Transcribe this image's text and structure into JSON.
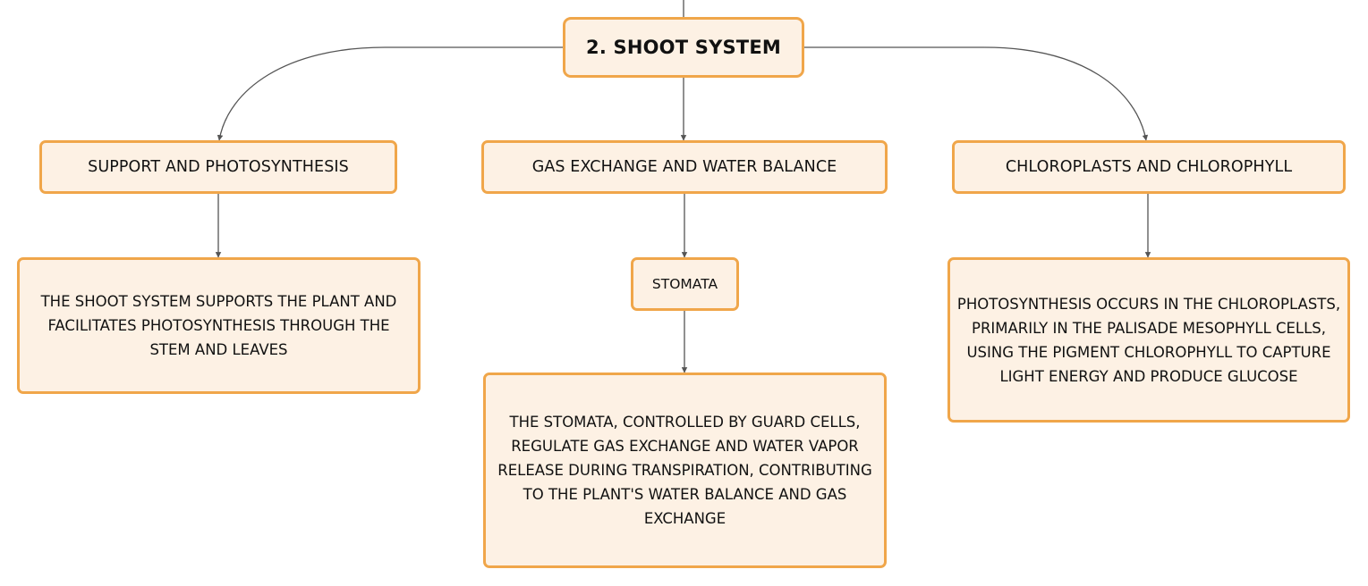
{
  "diagram": {
    "root": {
      "label": "2. SHOOT SYSTEM"
    },
    "branches": [
      {
        "label": "SUPPORT AND PHOTOSYNTHESIS",
        "detail": "THE SHOOT SYSTEM SUPPORTS THE PLANT AND FACILITATES PHOTOSYNTHESIS THROUGH THE STEM AND LEAVES"
      },
      {
        "label": "GAS EXCHANGE AND WATER BALANCE",
        "sub": "STOMATA",
        "detail": "THE STOMATA, CONTROLLED BY GUARD CELLS, REGULATE GAS EXCHANGE AND WATER VAPOR RELEASE DURING TRANSPIRATION, CONTRIBUTING TO THE PLANT'S WATER BALANCE AND GAS EXCHANGE"
      },
      {
        "label": "CHLOROPLASTS AND CHLOROPHYLL",
        "detail": "PHOTOSYNTHESIS OCCURS IN THE CHLOROPLASTS, PRIMARILY IN THE PALISADE MESOPHYLL CELLS, USING THE PIGMENT CHLOROPHYLL TO CAPTURE LIGHT ENERGY AND PRODUCE GLUCOSE"
      }
    ]
  },
  "colors": {
    "node_fill": "#fdf1e4",
    "node_border": "#f0a64a",
    "connector": "#555555",
    "text": "#111111"
  }
}
